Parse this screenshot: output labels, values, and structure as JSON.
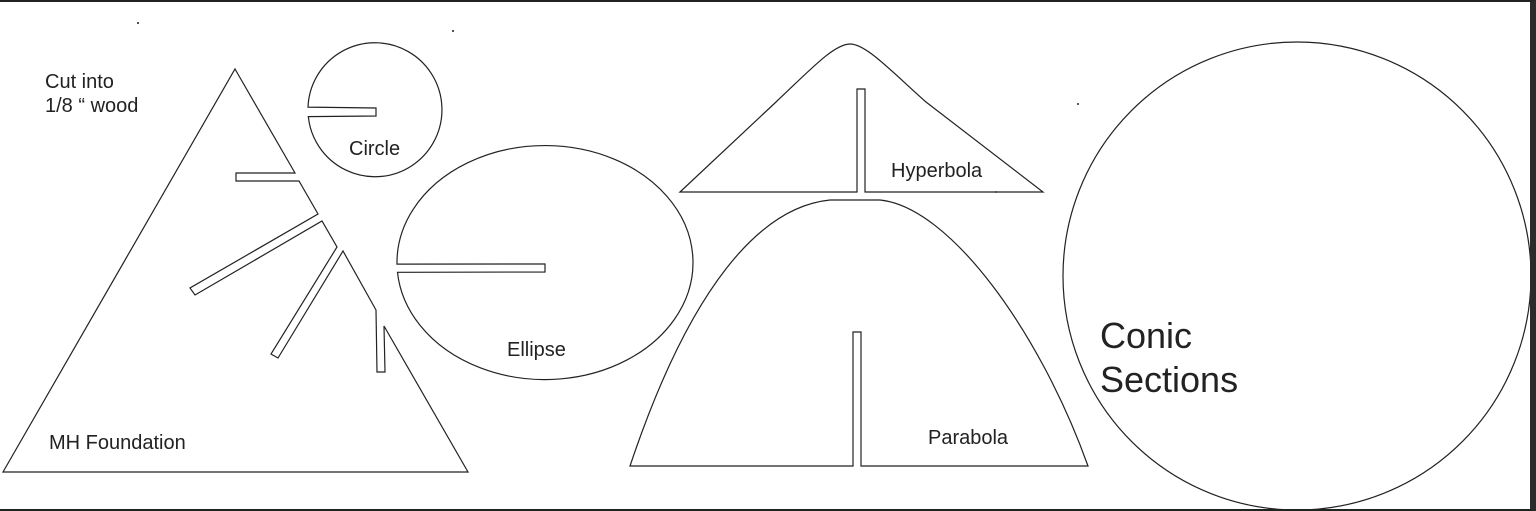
{
  "labels": {
    "instructions": "Cut into\n1/8 “ wood",
    "circle": "Circle",
    "hyperbola": "Hyperbola",
    "ellipse": "Ellipse",
    "parabola": "Parabola",
    "foundation": "MH Foundation",
    "title": "Conic\nSections"
  },
  "colors": {
    "stroke": "#222222",
    "background": "#ffffff"
  }
}
